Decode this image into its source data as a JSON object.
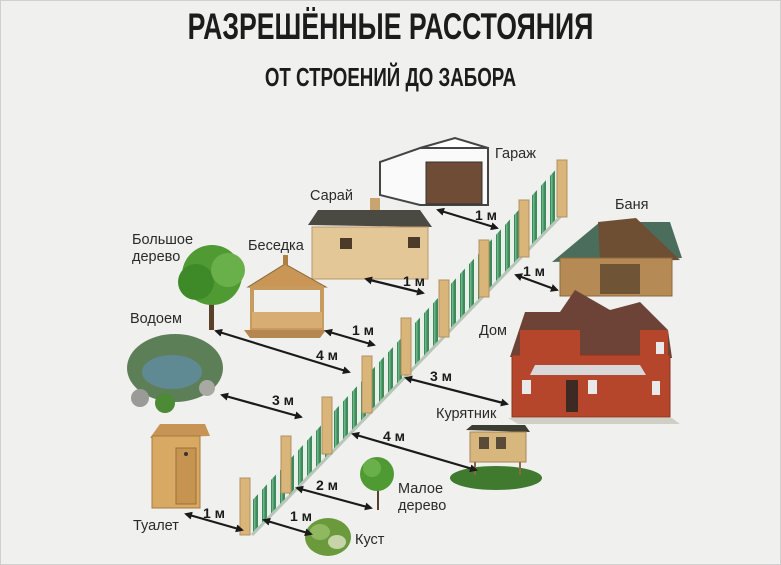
{
  "header": {
    "title": "РАЗРЕШЁННЫЕ РАССТОЯНИЯ",
    "subtitle": "ОТ СТРОЕНИЙ ДО ЗАБОРА"
  },
  "colors": {
    "background": "#f0f0ef",
    "fence_green": "#3e8a5a",
    "fence_post": "#d9b57a",
    "arrow": "#1a1a1a",
    "brick": "#b5452b",
    "wood": "#d8b37a"
  },
  "objects": {
    "garage": {
      "label": "Гараж",
      "distance": "1 м"
    },
    "shed": {
      "label": "Сарай",
      "distance": "1 м"
    },
    "bathhouse": {
      "label": "Баня",
      "distance": "1 м"
    },
    "big_tree": {
      "label_line1": "Большое",
      "label_line2": "дерево",
      "distance": "4 м"
    },
    "gazebo": {
      "label": "Беседка",
      "distance": "1 м"
    },
    "pond": {
      "label": "Водоем",
      "distance": "3 м"
    },
    "house": {
      "label": "Дом",
      "distance": "3 м"
    },
    "chicken_coop": {
      "label": "Курятник",
      "distance": "4 м"
    },
    "small_tree": {
      "label_line1": "Малое",
      "label_line2": "дерево",
      "distance": "2 м"
    },
    "toilet": {
      "label": "Туалет",
      "distance": "1 м"
    },
    "bush": {
      "label": "Куст",
      "distance": "1 м"
    }
  }
}
